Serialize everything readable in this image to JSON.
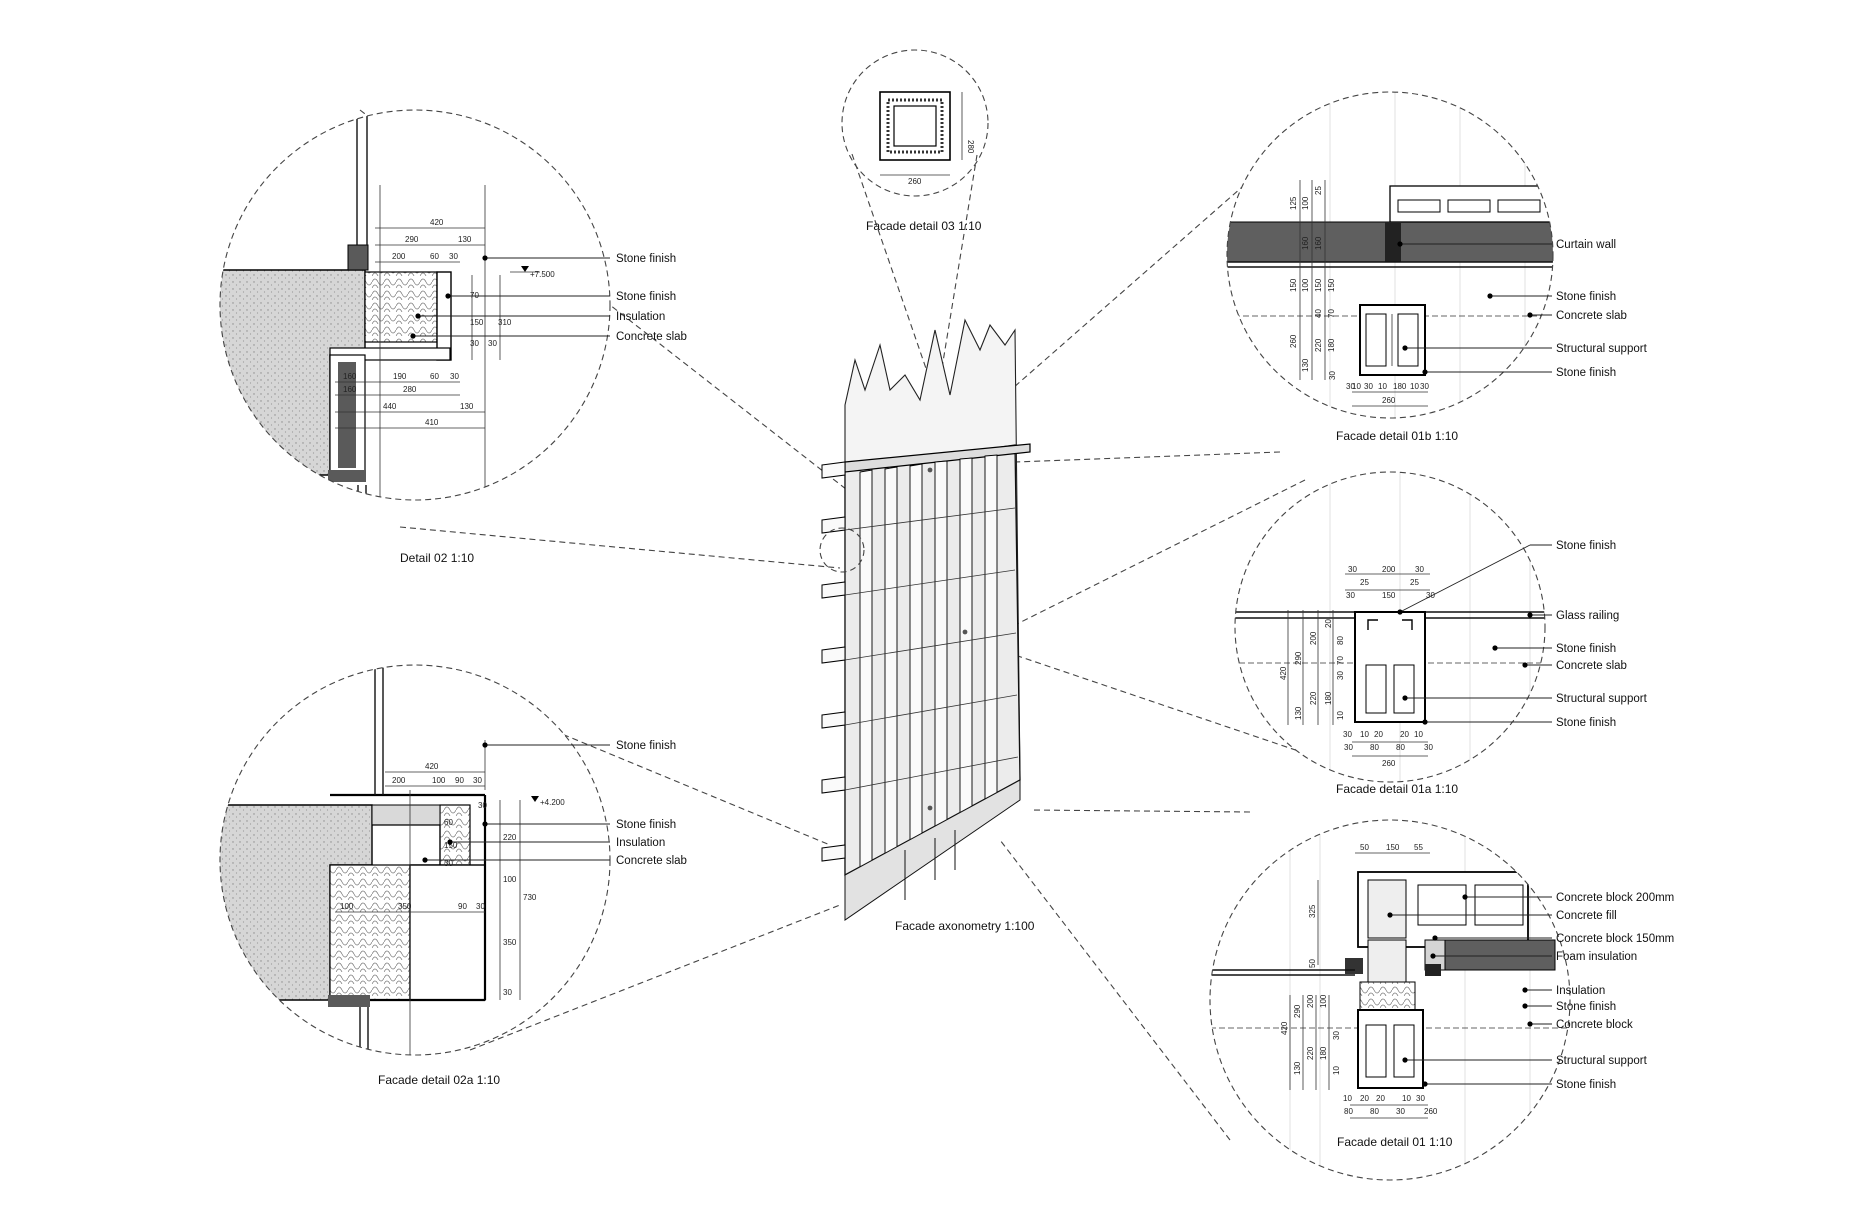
{
  "drawing": {
    "captions": {
      "detail02": "Detail 02 1:10",
      "detail02a": "Facade detail 02a 1:10",
      "detail03": "Facade detail 03 1:10",
      "axonometry": "Facade axonometry 1:100",
      "detail01b": "Facade detail 01b 1:10",
      "detail01a": "Facade detail 01a 1:10",
      "detail01": "Facade detail 01 1:10"
    },
    "labels": {
      "d02": [
        "Stone finish",
        "Stone finish",
        "Insulation",
        "Concrete slab"
      ],
      "d02a": [
        "Stone finish",
        "Stone finish",
        "Insulation",
        "Concrete slab"
      ],
      "d01b": [
        "Curtain wall",
        "Stone finish",
        "Concrete slab",
        "Structural support",
        "Stone finish"
      ],
      "d01a": [
        "Stone finish",
        "Glass railing",
        "Stone finish",
        "Concrete slab",
        "Structural support",
        "Stone finish"
      ],
      "d01": [
        "Concrete block 200mm",
        "Concrete fill",
        "Concrete block 150mm",
        "Foam insulation",
        "Insulation",
        "Stone finish",
        "Concrete block",
        "Structural support",
        "Stone finish"
      ]
    },
    "levels": {
      "d02": "+7.500",
      "d02a": "+4.200"
    },
    "dims": {
      "d02": [
        "420",
        "290",
        "130",
        "200",
        "60",
        "30",
        "160",
        "190",
        "60",
        "30",
        "160",
        "280",
        "440",
        "130",
        "410",
        "70",
        "150",
        "310",
        "30",
        "30"
      ],
      "d02a": [
        "420",
        "200",
        "100",
        "90",
        "30",
        "30",
        "60",
        "150",
        "30",
        "220",
        "100",
        "730",
        "350",
        "30",
        "100",
        "350",
        "90",
        "30"
      ],
      "d03": [
        "260",
        "280"
      ],
      "d01b": [
        "125",
        "100",
        "25",
        "160",
        "160",
        "150",
        "100",
        "150",
        "150",
        "40",
        "70",
        "260",
        "130",
        "220",
        "180",
        "30",
        "10",
        "30",
        "30",
        "10",
        "180",
        "10",
        "30",
        "260"
      ],
      "d01a": [
        "30",
        "200",
        "30",
        "25",
        "25",
        "30",
        "150",
        "30",
        "420",
        "290",
        "200",
        "20",
        "80",
        "70",
        "30",
        "220",
        "180",
        "130",
        "10",
        "30",
        "10",
        "20",
        "20",
        "10",
        "30",
        "80",
        "80",
        "30",
        "260"
      ],
      "d01": [
        "50",
        "150",
        "55",
        "325",
        "50",
        "100",
        "200",
        "290",
        "420",
        "30",
        "220",
        "180",
        "130",
        "10",
        "10",
        "20",
        "20",
        "10",
        "30",
        "80",
        "80",
        "30",
        "260"
      ]
    },
    "colors": {
      "line": "#000000",
      "boundary": "#444444",
      "concrete": "#d9d9d9",
      "wall_dark": "#5a5a5a",
      "stone": "#ffffff"
    }
  }
}
